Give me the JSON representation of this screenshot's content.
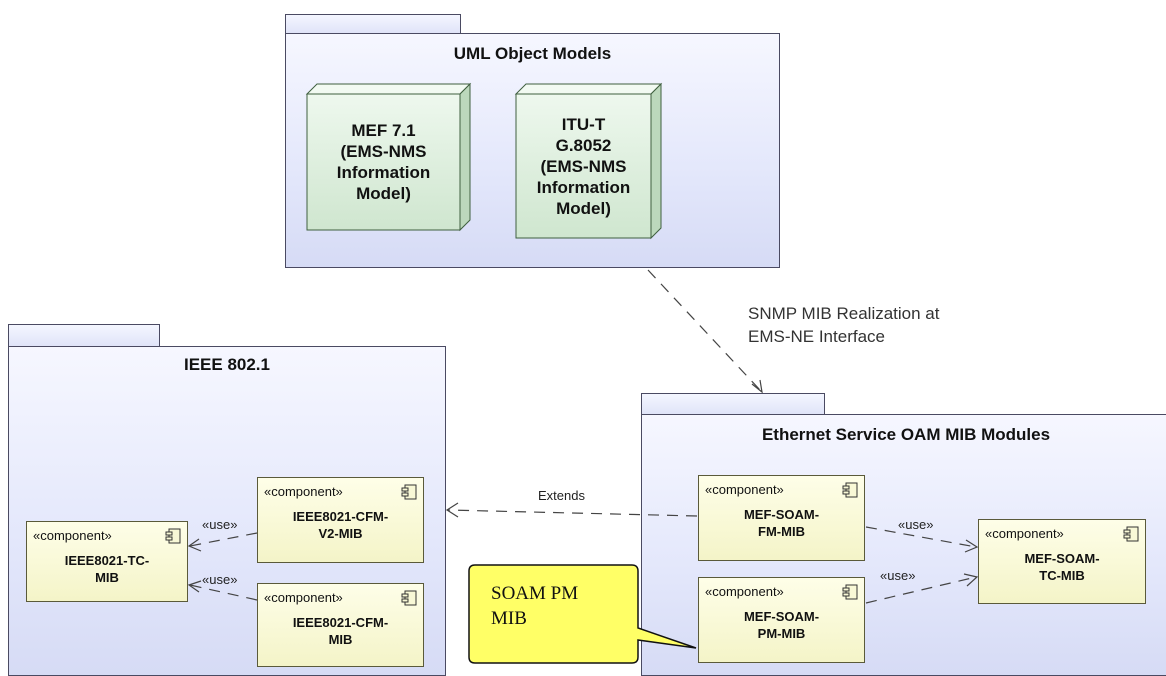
{
  "packages": {
    "uml": {
      "title": "UML Object Models"
    },
    "ieee": {
      "title": "IEEE 802.1"
    },
    "ethernet": {
      "title": "Ethernet Service OAM MIB Modules"
    }
  },
  "nodes": {
    "mef71": {
      "lines": [
        "MEF 7.1",
        "(EMS-NMS",
        "Information",
        "Model)"
      ]
    },
    "itut": {
      "lines": [
        "ITU-T",
        "G.8052",
        "(EMS-NMS",
        "Information",
        "Model)"
      ]
    }
  },
  "components": {
    "stereotype": "«component»",
    "ieee8021_tc_mib": {
      "lines": [
        "IEEE8021-TC-",
        "MIB"
      ]
    },
    "ieee8021_cfm_v2_mib": {
      "lines": [
        "IEEE8021-CFM-",
        "V2-MIB"
      ]
    },
    "ieee8021_cfm_mib": {
      "lines": [
        "IEEE8021-CFM-",
        "MIB"
      ]
    },
    "mef_soam_fm_mib": {
      "lines": [
        "MEF-SOAM-",
        "FM-MIB"
      ]
    },
    "mef_soam_pm_mib": {
      "lines": [
        "MEF-SOAM-",
        "PM-MIB"
      ]
    },
    "mef_soam_tc_mib": {
      "lines": [
        "MEF-SOAM-",
        "TC-MIB"
      ]
    }
  },
  "relations": {
    "realization_label": [
      "SNMP MIB Realization at",
      "EMS-NE Interface"
    ],
    "extends_label": "Extends",
    "use_label": "«use»"
  },
  "callout": {
    "lines": [
      "SOAM PM",
      "MIB"
    ],
    "fill": "#ffff66"
  },
  "colors": {
    "package_fill": "#e3e7fb",
    "node_fill": "#e4f2e4",
    "component_fill": "#f8f8d6"
  }
}
